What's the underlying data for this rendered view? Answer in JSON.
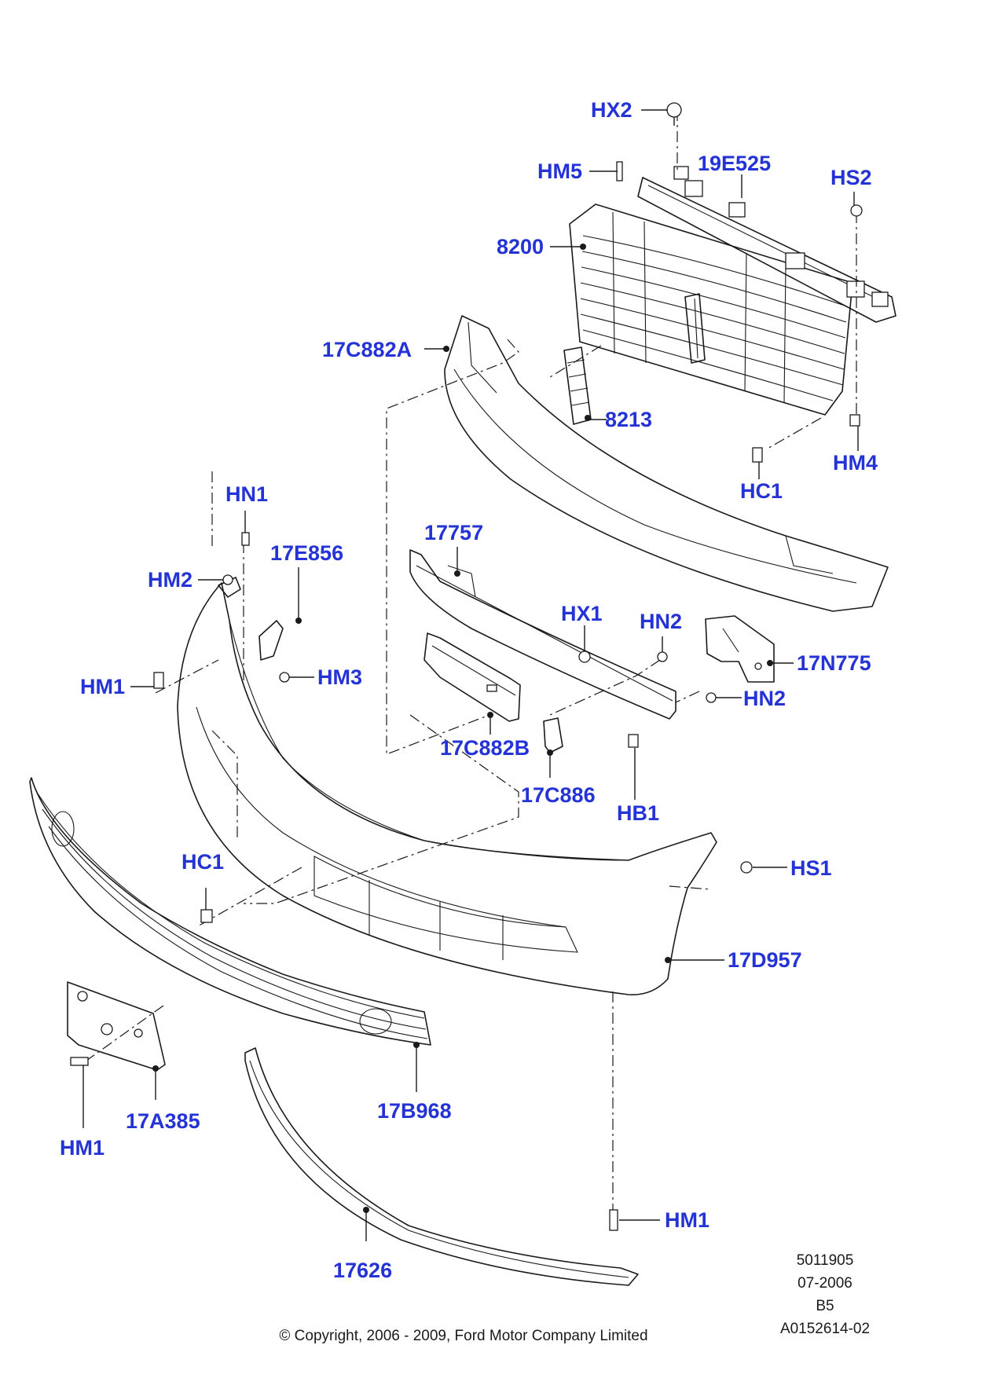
{
  "labels": {
    "hx2": "HX2",
    "hm5": "HM5",
    "p19e525": "19E525",
    "hs2": "HS2",
    "p8200": "8200",
    "p17c882a": "17C882A",
    "p8213": "8213",
    "hm4": "HM4",
    "hc1_top": "HC1",
    "hn1": "HN1",
    "p17757": "17757",
    "p17e856": "17E856",
    "hm2": "HM2",
    "hx1": "HX1",
    "hn2_a": "HN2",
    "p17n775": "17N775",
    "hm1_left": "HM1",
    "hm3": "HM3",
    "hn2_b": "HN2",
    "p17c882b": "17C882B",
    "p17c886": "17C886",
    "hb1": "HB1",
    "hc1_mid": "HC1",
    "hs1": "HS1",
    "p17d957": "17D957",
    "p17b968": "17B968",
    "p17a385": "17A385",
    "hm1_bottom_left": "HM1",
    "hm1_bottom_right": "HM1",
    "p17626": "17626"
  },
  "label_color": "#2433d6",
  "line_color": "#1a1a1a",
  "doc_info": [
    "5011905",
    "07-2006",
    "B5",
    "A0152614-02"
  ],
  "copyright": "© Copyright, 2006 - 2009, Ford Motor Company Limited"
}
